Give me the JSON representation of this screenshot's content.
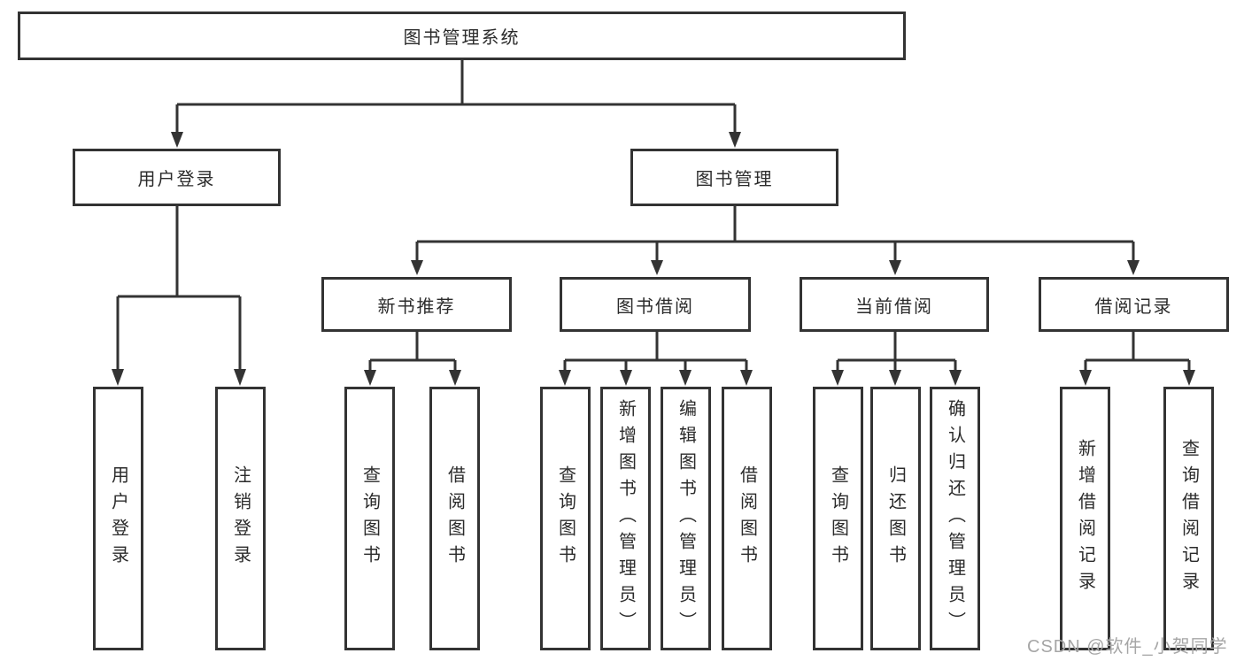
{
  "colors": {
    "line": "#333333",
    "box_border": "#333333",
    "box_fill": "#ffffff",
    "text": "#2b2b2b",
    "watermark": "#a6a6a6",
    "background": "#ffffff"
  },
  "diagram": {
    "root": {
      "label": "图书管理系统"
    },
    "branches": [
      {
        "label": "用户登录",
        "children": [
          "用户登录",
          "注销登录"
        ]
      },
      {
        "label": "图书管理",
        "groups": [
          {
            "label": "新书推荐",
            "children": [
              "查询图书",
              "借阅图书"
            ]
          },
          {
            "label": "图书借阅",
            "children": [
              "查询图书",
              "新增图书（管理员）",
              "编辑图书（管理员）",
              "借阅图书"
            ]
          },
          {
            "label": "当前借阅",
            "children": [
              "查询图书",
              "归还图书",
              "确认归还（管理员）"
            ]
          },
          {
            "label": "借阅记录",
            "children": [
              "新增借阅记录",
              "查询借阅记录"
            ]
          }
        ]
      }
    ]
  },
  "watermark": {
    "text": "CSDN @软件_小贺同学"
  }
}
